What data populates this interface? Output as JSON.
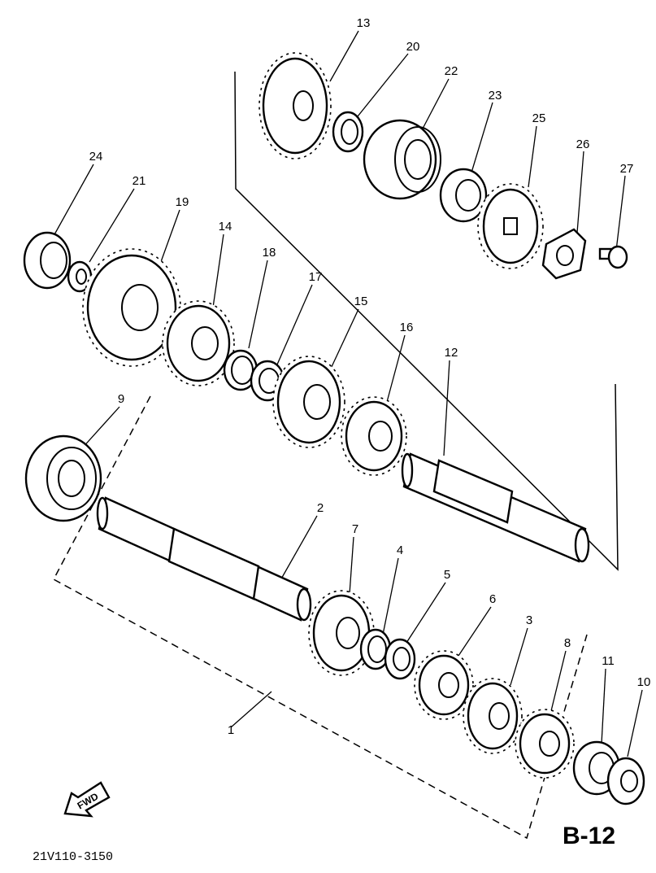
{
  "diagram": {
    "page_code": "B-12",
    "drawing_number": "21V110-3150",
    "direction_arrow": {
      "icon": "fwd-arrow-icon",
      "label": "FWD"
    },
    "part_labels": {
      "p1": "1",
      "p2": "2",
      "p3": "3",
      "p4": "4",
      "p5": "5",
      "p6": "6",
      "p7": "7",
      "p8": "8",
      "p9": "9",
      "p10": "10",
      "p11": "11",
      "p12": "12",
      "p13": "13",
      "p14": "14",
      "p15": "15",
      "p16": "16",
      "p17": "17",
      "p18": "18",
      "p19": "19",
      "p20": "20",
      "p21": "21",
      "p22": "22",
      "p23": "23",
      "p24": "24",
      "p25": "25",
      "p26": "26",
      "p27": "27"
    }
  }
}
